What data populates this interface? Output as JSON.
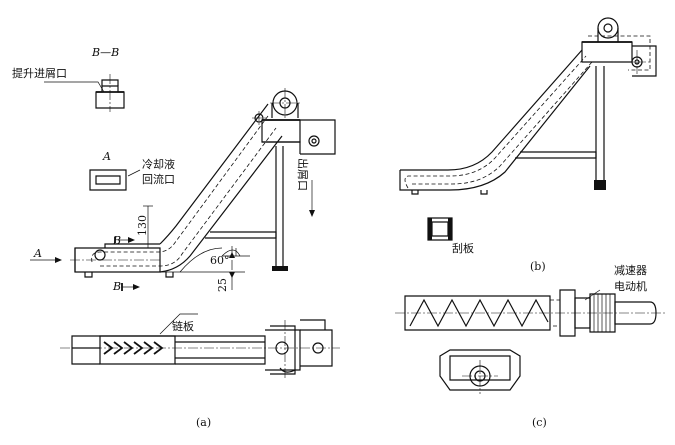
{
  "labels": {
    "section_bb": "B—B",
    "chip_inlet": "提升进屑口",
    "view_a": "A",
    "coolant_return_line1": "冷却液",
    "coolant_return_line2": "回流口",
    "chip_outlet": "出屑口",
    "arrow_a": "A",
    "arrow_b_top": "B",
    "arrow_b_bottom": "B",
    "dim_130": "130",
    "dim_25": "25",
    "angle_60": "60°",
    "chain_plate": "链板",
    "scraper": "刮板",
    "reducer": "减速器",
    "motor": "电动机"
  },
  "captions": {
    "a": "(a)",
    "b": "(b)",
    "c": "(c)"
  }
}
